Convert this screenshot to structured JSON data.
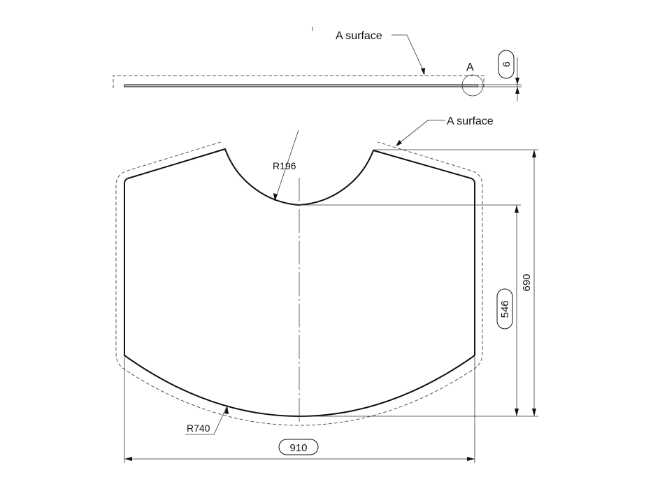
{
  "drawing": {
    "type": "engineering-drawing",
    "subject": "glass panel with concave top cutout and convex bottom edge",
    "views": [
      "side-view",
      "top-view"
    ]
  },
  "labels": {
    "side_surface_callout": "A surface",
    "top_surface_callout": "A surface",
    "detail_marker": "A"
  },
  "dimensions": {
    "thickness": "6",
    "cutout_radius": "R196",
    "bottom_radius": "R740",
    "overall_width": "910",
    "overall_height": "690",
    "center_height": "546"
  },
  "colors": {
    "part_line": "#111111",
    "outline_dashed": "#555555",
    "dimension_line": "#333333",
    "background": "#ffffff"
  }
}
